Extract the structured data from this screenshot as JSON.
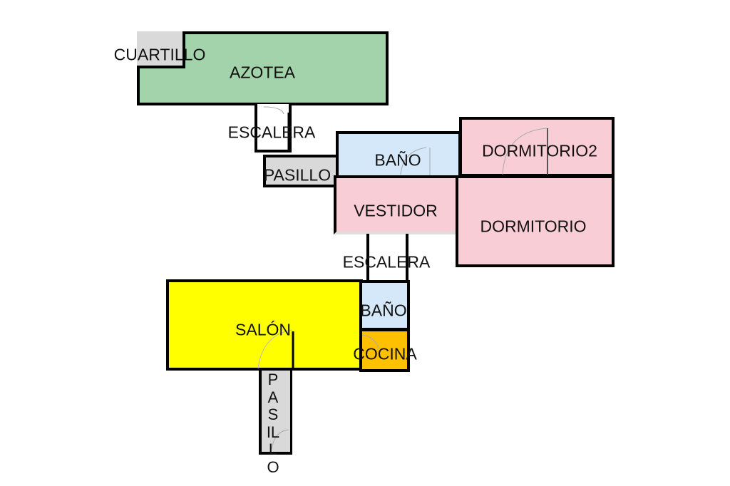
{
  "rooms": {
    "azotea": {
      "label": "AZOTEA",
      "color": "#a3d3ab"
    },
    "cuartillo": {
      "label": "CUARTILLO",
      "color": "#d9d9d9"
    },
    "escalera_top": {
      "label": "ESCALERA"
    },
    "pasillo_top": {
      "label": "PASILLO",
      "color": "#d9d9d9"
    },
    "bano_top": {
      "label": "BAÑO",
      "color": "#d4e8fa"
    },
    "dormitorio2": {
      "label": "DORMITORIO2",
      "color": "#f8cdd6"
    },
    "vestidor": {
      "label": "VESTIDOR",
      "color": "#f8cdd6"
    },
    "dormitorio": {
      "label": "DORMITORIO",
      "color": "#f8cdd6"
    },
    "escalera_mid": {
      "label": "ESCALERA"
    },
    "salon": {
      "label": "SALÓN",
      "color": "#ffff00"
    },
    "bano_bottom": {
      "label": "BAÑO",
      "color": "#d4e8fa"
    },
    "cocina": {
      "label": "COCINA",
      "color": "#ffc000"
    },
    "pasillo_bottom": {
      "label": "PASILLO",
      "color": "#d9d9d9"
    }
  }
}
